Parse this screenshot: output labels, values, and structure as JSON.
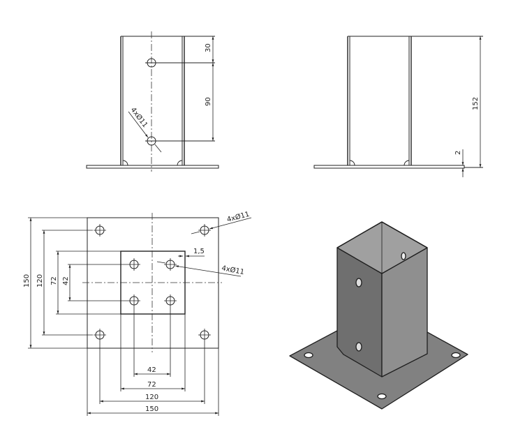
{
  "front_view": {
    "dim_top": "30",
    "dim_holes": "90",
    "hole_callout": "4xØ11"
  },
  "side_view": {
    "dim_height": "152",
    "dim_thickness": "2"
  },
  "plan_view": {
    "dim_v_outer": "150",
    "dim_v_holes": "120",
    "dim_v_post": "72",
    "dim_v_post_holes": "42",
    "dim_h_post_holes": "42",
    "dim_h_post": "72",
    "dim_h_holes": "120",
    "dim_h_outer": "150",
    "dim_wall": "1,5",
    "plate_hole_callout": "4xØ11",
    "post_hole_callout": "4xØ11"
  },
  "iso_view": {
    "colors": {
      "left_face": "#6f6f6f",
      "right_face": "#8f8f8f",
      "plate": "#818181",
      "inner": "#a0a0a0",
      "edge": "#1e1e1e"
    }
  }
}
